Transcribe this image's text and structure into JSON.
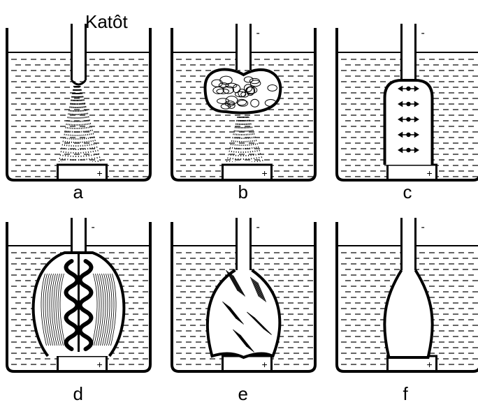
{
  "title": "Katôt",
  "colors": {
    "ink": "#000000",
    "background": "#ffffff"
  },
  "panels": [
    {
      "label": "a",
      "cathode_sign": "",
      "anode_sign": "+",
      "stage": "discharge-spray"
    },
    {
      "label": "b",
      "cathode_sign": "-",
      "anode_sign": "+",
      "stage": "gas-bubble"
    },
    {
      "label": "c",
      "cathode_sign": "-",
      "anode_sign": "+",
      "stage": "column"
    },
    {
      "label": "d",
      "cathode_sign": "-",
      "anode_sign": "+",
      "stage": "wavy-discharge"
    },
    {
      "label": "e",
      "cathode_sign": "-",
      "anode_sign": "+",
      "stage": "bulb-streaks"
    },
    {
      "label": "f",
      "cathode_sign": "-",
      "anode_sign": "+",
      "stage": "clear-bulb"
    }
  ]
}
